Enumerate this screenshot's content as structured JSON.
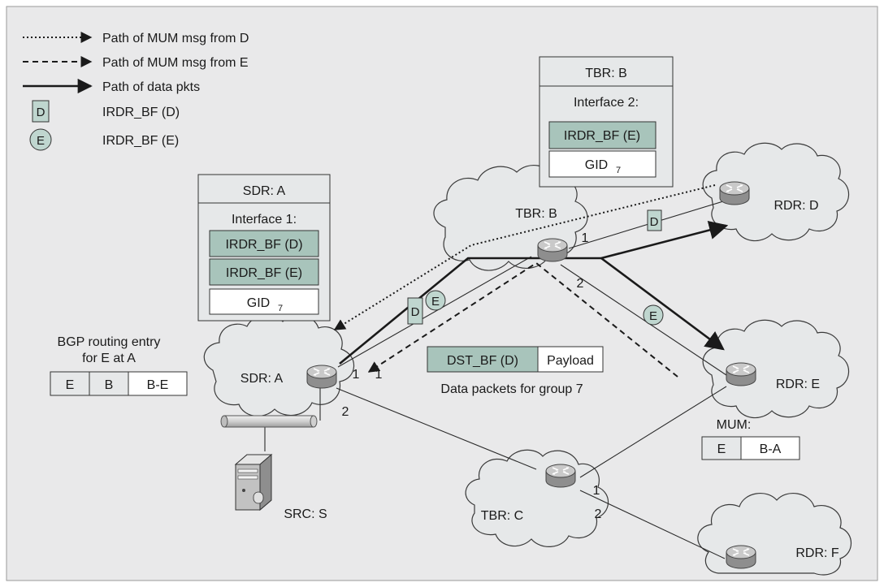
{
  "legend": {
    "mum_path_d": "Path of MUM msg from D",
    "mum_path_e": "Path of MUM msg from E",
    "data_path": "Path of data pkts",
    "badge_d_letter": "D",
    "badge_d_text": "IRDR_BF (D)",
    "badge_e_letter": "E",
    "badge_e_text": "IRDR_BF (E)"
  },
  "tbr_b_box": {
    "title": "TBR: B",
    "interface": "Interface 2:",
    "row1": "IRDR_BF (E)",
    "gid": "GID",
    "gid_sub": "7"
  },
  "sdr_a_box": {
    "title": "SDR: A",
    "interface": "Interface 1:",
    "row1": "IRDR_BF (D)",
    "row2": "IRDR_BF (E)",
    "gid": "GID",
    "gid_sub": "7"
  },
  "bgp": {
    "line1": "BGP routing entry",
    "line2": "for E at A",
    "cells": [
      "E",
      "B",
      "B-E"
    ]
  },
  "packet": {
    "dst": "DST_BF (D)",
    "payload": "Payload",
    "caption": "Data packets for group 7"
  },
  "mum": {
    "label": "MUM:",
    "cells": [
      "E",
      "B-A"
    ]
  },
  "nodes": {
    "tbr_b": "TBR: B",
    "sdr_a": "SDR: A",
    "tbr_c": "TBR: C",
    "rdr_d": "RDR: D",
    "rdr_e": "RDR: E",
    "rdr_f": "RDR: F",
    "src_s": "SRC: S"
  },
  "ports": {
    "b1": "1",
    "b2": "2",
    "a1": "1",
    "a2": "2",
    "c1": "1",
    "c2": "2",
    "arrow_a1": "1"
  },
  "link_badges": {
    "bd": "D",
    "ab_d": "D",
    "ab_e": "E",
    "be": "E"
  },
  "colors": {
    "background": "#e9e9ea",
    "cloud": "#e6e8e9",
    "green_fill": "#bfd6cf",
    "green_dark": "#a8c4bb",
    "router_top": "#b5b5b5",
    "box_header": "#e6e6e6"
  }
}
